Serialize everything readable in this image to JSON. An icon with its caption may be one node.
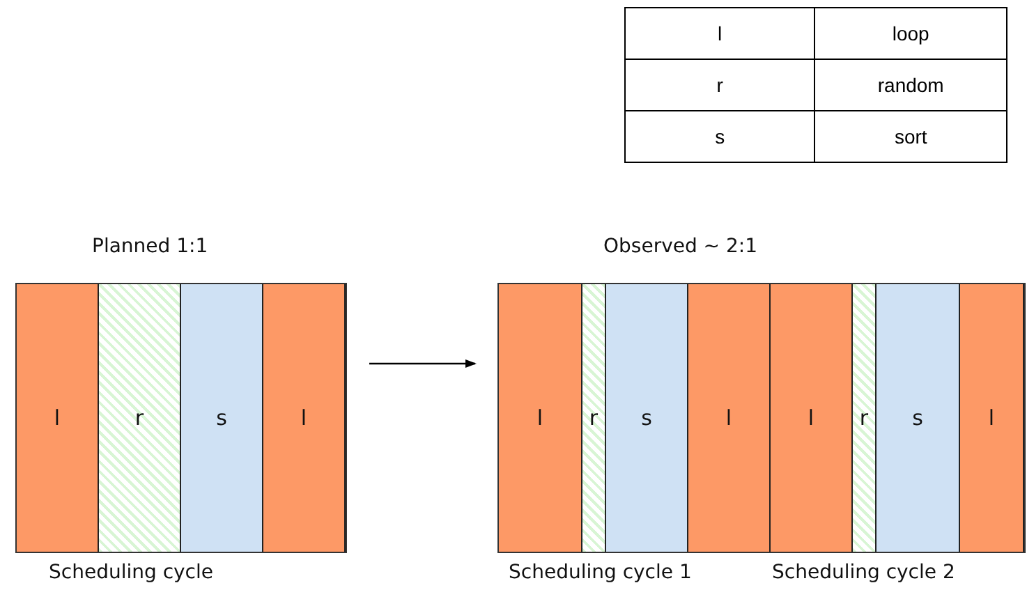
{
  "diagram": {
    "nodes": [
      {
        "text": [
          "Planned 1:1"
        ],
        "beside": [
          "Scheduling cycle"
        ]
      },
      {
        "text": [
          "l"
        ],
        "in": 0
      },
      {
        "text": [
          "r"
        ],
        "in": 0
      },
      {
        "text": [
          "s"
        ],
        "in": 0
      },
      {
        "text": [
          "l"
        ],
        "in": 0
      },
      {
        "text": [
          "Observed ~ 2:1"
        ],
        "beside": [
          "Scheduling cycle 1",
          "Scheduling cycle 2"
        ]
      },
      {
        "text": [
          "l"
        ],
        "in": 5
      },
      {
        "text": [
          "r"
        ],
        "in": 5
      },
      {
        "text": [
          "s"
        ],
        "in": 5
      },
      {
        "text": [
          "l"
        ],
        "in": 5
      },
      {
        "text": [
          "l"
        ],
        "in": 5
      },
      {
        "text": [
          "r"
        ],
        "in": 5
      },
      {
        "text": [
          "s"
        ],
        "in": 5
      },
      {
        "text": [
          "l"
        ],
        "in": 5
      }
    ],
    "edges": [
      {
        "from": 0,
        "to": 5,
        "arrow": "to"
      }
    ],
    "labels": [
      "l",
      "loop",
      "r",
      "random",
      "s",
      "sort"
    ]
  }
}
